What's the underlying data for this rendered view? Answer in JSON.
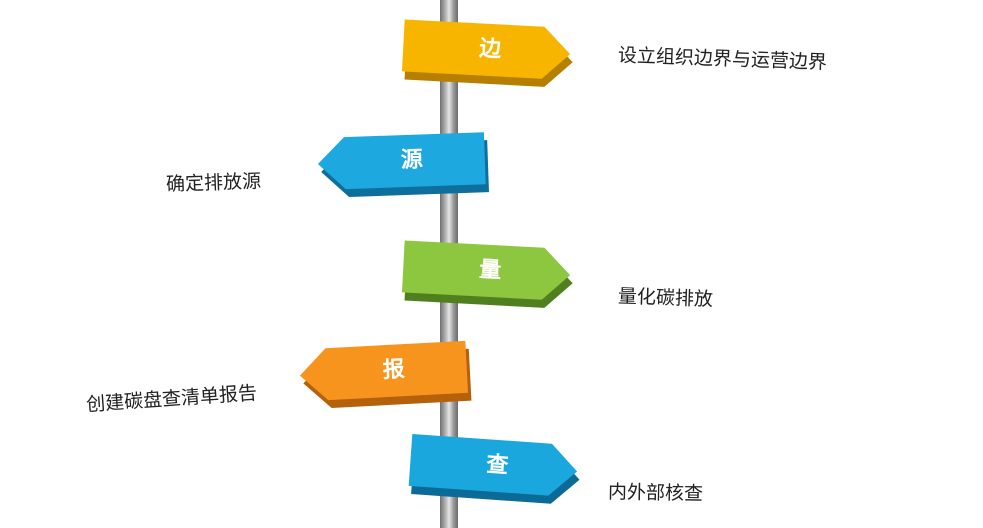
{
  "steps": [
    {
      "sign": "边",
      "description": "设立组织边界与运营边界",
      "direction": "right",
      "color": "#f7b500",
      "shadow": "#b67f00"
    },
    {
      "sign": "源",
      "description": "确定排放源",
      "direction": "left",
      "color": "#1ea8e0",
      "shadow": "#0e6f9c"
    },
    {
      "sign": "量",
      "description": "量化碳排放",
      "direction": "right",
      "color": "#8dc63f",
      "shadow": "#4f7f1e"
    },
    {
      "sign": "报",
      "description": "创建碳盘查清单报告",
      "direction": "left",
      "color": "#f7941d",
      "shadow": "#b5600b"
    },
    {
      "sign": "查",
      "description": "内外部核查",
      "direction": "right",
      "color": "#1aa7de",
      "shadow": "#0c6a96"
    }
  ]
}
